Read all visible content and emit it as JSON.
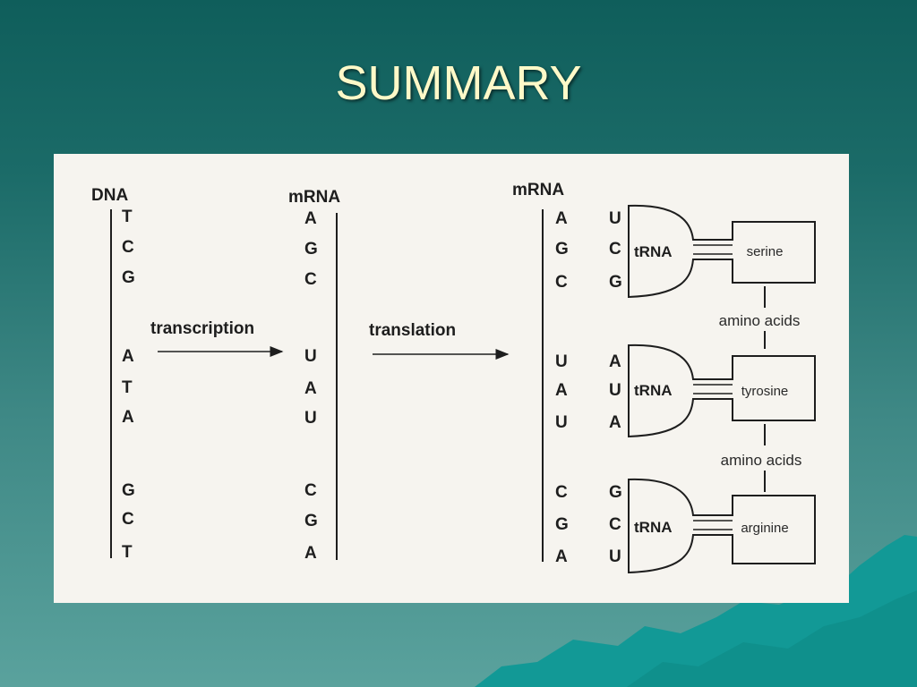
{
  "slide": {
    "title": "SUMMARY"
  },
  "diagram": {
    "dna_header": "DNA",
    "mrna_header_1": "mRNA",
    "mrna_header_2": "mRNA",
    "dna_bases": [
      "T",
      "C",
      "G",
      "A",
      "T",
      "A",
      "G",
      "C",
      "T"
    ],
    "mrna_bases": [
      "A",
      "G",
      "C",
      "U",
      "A",
      "U",
      "C",
      "G",
      "A"
    ],
    "transcription_label": "transcription",
    "translation_label": "translation",
    "codons": [
      {
        "mrna": [
          "A",
          "G",
          "C"
        ],
        "anticodon": [
          "U",
          "C",
          "G"
        ],
        "trna_label": "tRNA",
        "amino_acid": "serine"
      },
      {
        "mrna": [
          "U",
          "A",
          "U"
        ],
        "anticodon": [
          "A",
          "U",
          "A"
        ],
        "trna_label": "tRNA",
        "amino_acid": "tyrosine"
      },
      {
        "mrna": [
          "C",
          "G",
          "A"
        ],
        "anticodon": [
          "G",
          "C",
          "U"
        ],
        "trna_label": "tRNA",
        "amino_acid": "arginine"
      }
    ],
    "link_labels": [
      "amino acids",
      "amino acids"
    ]
  },
  "colors": {
    "background_top": "#0f5e5b",
    "background_bottom": "#5aa29d",
    "title": "#fff9c8",
    "mountain": "#149a97",
    "panel": "#f6f4ef",
    "ink": "#1e1e1e"
  }
}
